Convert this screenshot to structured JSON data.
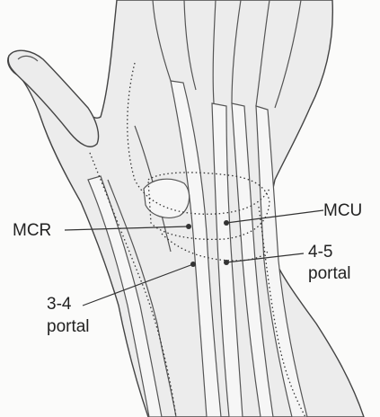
{
  "labels": {
    "mcr": "MCR",
    "mcu": "MCU",
    "portal_45_line1": "4-5",
    "portal_45_line2": "portal",
    "portal_34_line1": "3-4",
    "portal_34_line2": "portal"
  },
  "colors": {
    "skin": "#ececec",
    "ink": "#444444",
    "paper": "#fbfbfa"
  }
}
